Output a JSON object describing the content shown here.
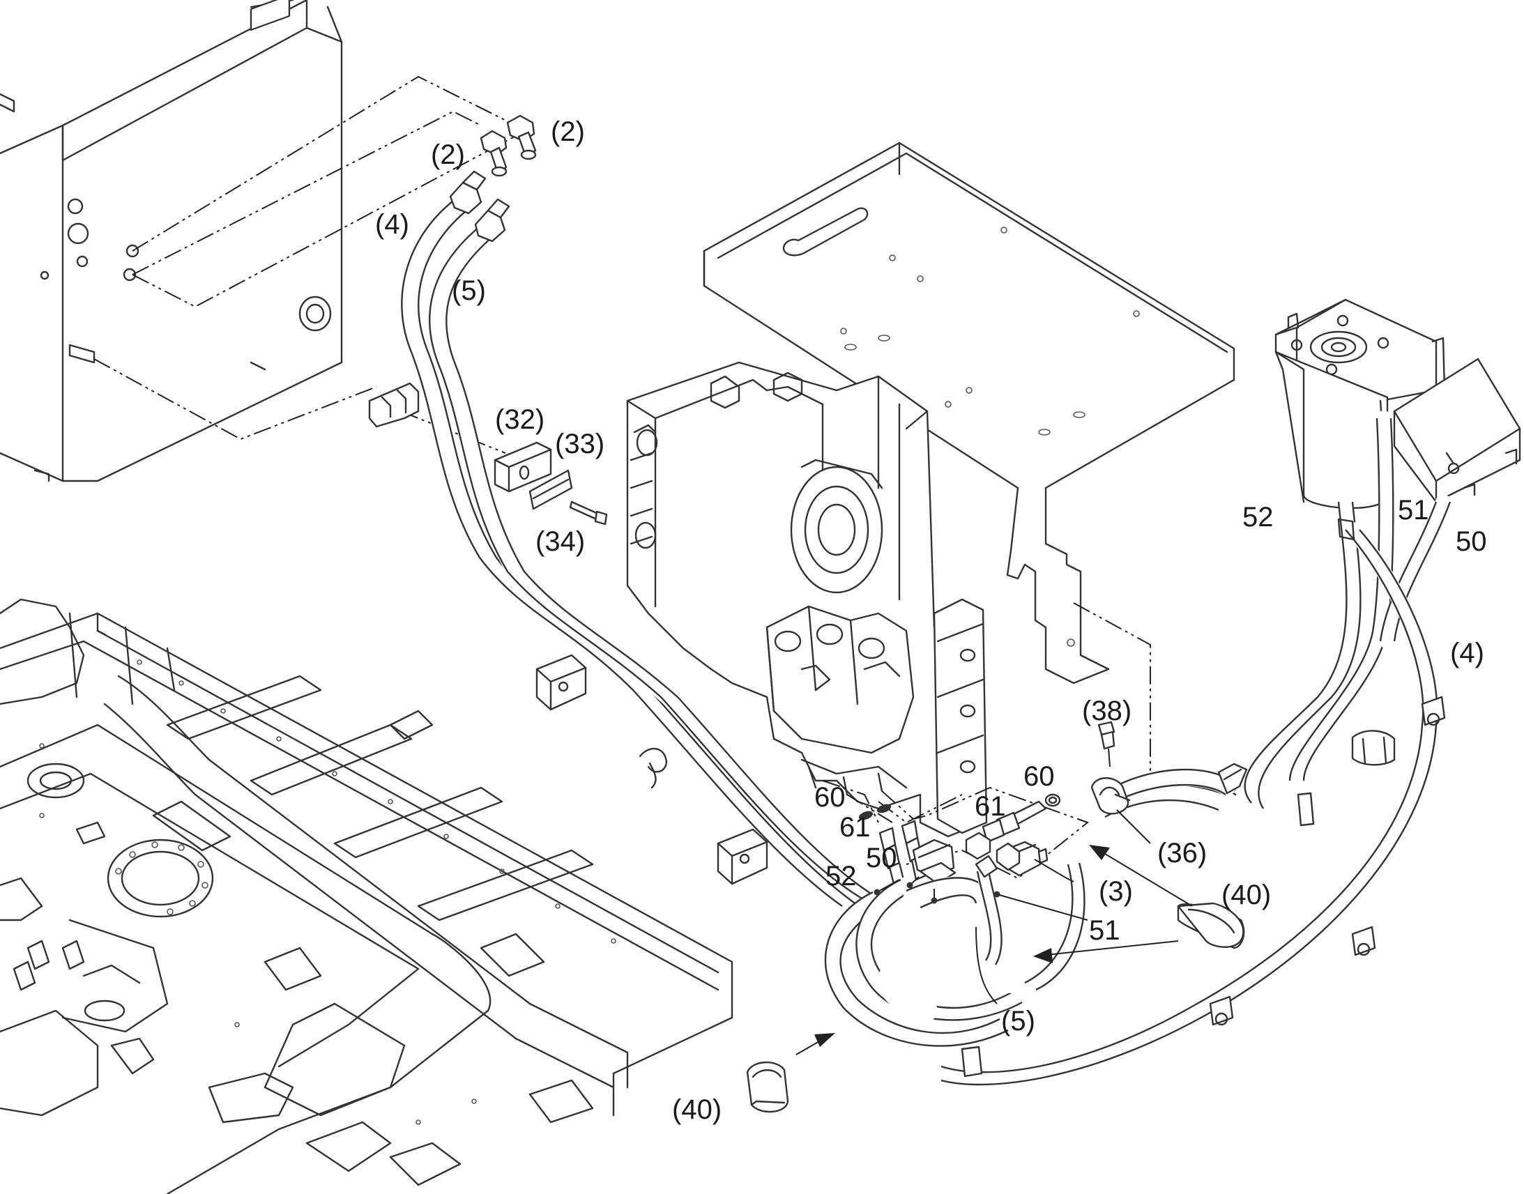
{
  "labels": {
    "p2_a": "(2)",
    "p2_b": "(2)",
    "p4_top": "(4)",
    "p5_top": "(5)",
    "p32": "(32)",
    "p33": "(33)",
    "p34": "(34)",
    "p52_right": "52",
    "p51_right": "51",
    "p50_right": "50",
    "p4_right": "(4)",
    "p38": "(38)",
    "p60_right": "60",
    "p60_left": "60",
    "p61_left": "61",
    "p61_right": "61",
    "p36": "(36)",
    "p40_right": "(40)",
    "p3": "(3)",
    "p50_mid": "50",
    "p52_mid": "52",
    "p51_mid": "51",
    "p5_bottom": "(5)",
    "p40_bottom": "(40)"
  }
}
